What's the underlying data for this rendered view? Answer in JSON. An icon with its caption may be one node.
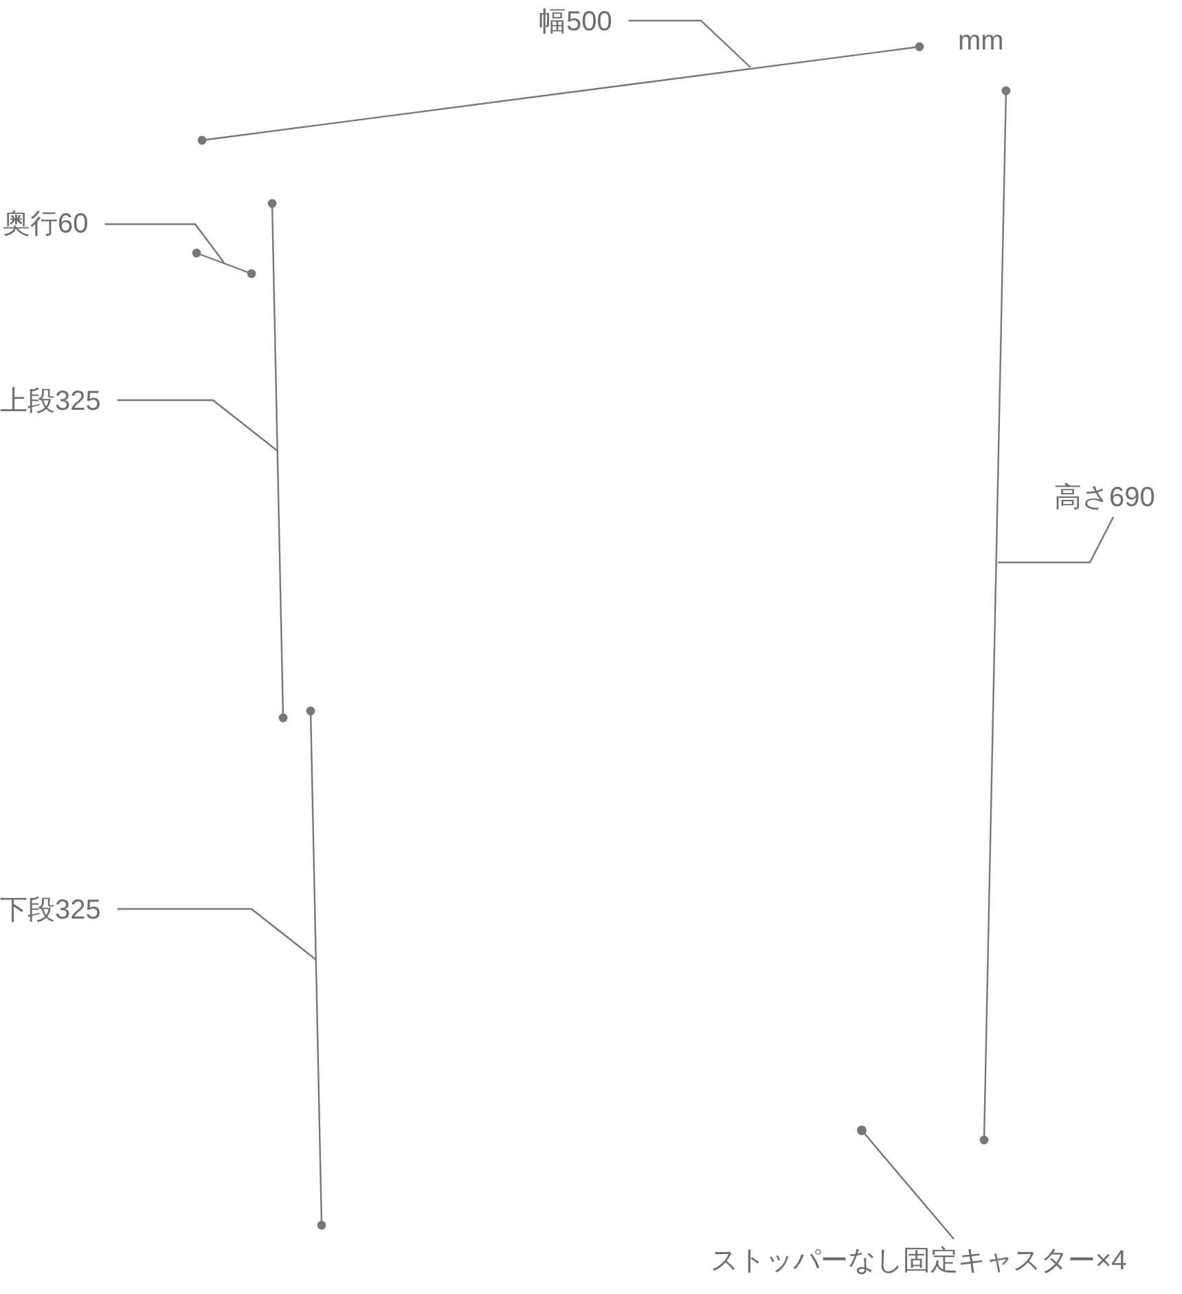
{
  "diagram": {
    "nodes": [
      {
        "text": [
          "幅500"
        ]
      },
      {
        "text": [
          "奥行60"
        ]
      },
      {
        "text": [
          "上段325"
        ]
      },
      {
        "text": [
          "下段325"
        ]
      },
      {
        "text": [
          "高さ690"
        ]
      },
      {
        "text": [
          "ストッパーなし固定キャスター×4"
        ]
      }
    ],
    "edges": [
      {
        "from": 0,
        "to": null,
        "arrow": "none"
      },
      {
        "from": 1,
        "to": null,
        "arrow": "none"
      },
      {
        "from": 2,
        "to": null,
        "arrow": "none"
      },
      {
        "from": 3,
        "to": null,
        "arrow": "none"
      },
      {
        "from": 4,
        "to": null,
        "arrow": "none"
      },
      {
        "from": 5,
        "to": null,
        "arrow": "other"
      }
    ],
    "labels": [
      "mm"
    ]
  }
}
